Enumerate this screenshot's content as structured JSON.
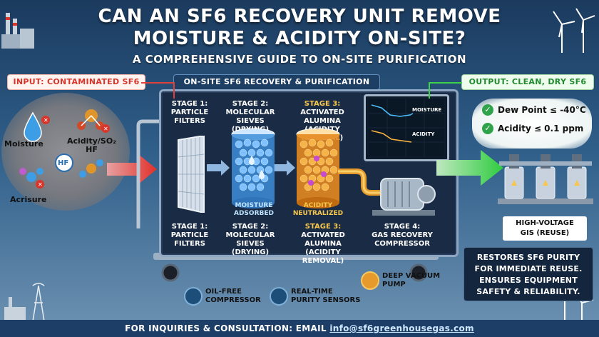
{
  "header": {
    "title_line1": "CAN AN SF6 RECOVERY UNIT REMOVE",
    "title_line2": "MOISTURE & ACIDITY ON-SITE?",
    "subtitle": "A COMPREHENSIVE GUIDE TO ON-SITE PURIFICATION"
  },
  "labels": {
    "input": "INPUT: CONTAMINATED SF6",
    "unit": "ON-SITE SF6 RECOVERY & PURIFICATION UNIT",
    "output": "OUTPUT: CLEAN, DRY SF6"
  },
  "contaminants": {
    "moisture": "Moisture",
    "acid_line1": "Acidity/SO₂",
    "acid_line2": "HF",
    "hf_bubble": "HF",
    "acrisure": "Acrisure"
  },
  "stages_top": [
    {
      "head": "STAGE 1:",
      "line1": "PARTICLE",
      "line2": "FILTERS"
    },
    {
      "head": "STAGE 2:",
      "line1": "MOLECULAR",
      "line2": "SIEVES (DRYING)"
    },
    {
      "head": "STAGE 3:",
      "line1": "ACTIVATED ALUMINA",
      "line2": "(ACIDITY REMOVAL)"
    }
  ],
  "stages_bottom": [
    {
      "head": "STAGE 1:",
      "line1": "PARTICLE",
      "line2": "FILTERS"
    },
    {
      "head": "STAGE 2:",
      "line1": "MOLECULAR",
      "line2": "SIEVES (DRYING)"
    },
    {
      "head": "STAGE 3:",
      "line1": "ACTIVATED ALUMINA",
      "line2": "(ACIDITY REMOVAL)"
    },
    {
      "head": "STAGE 4:",
      "line1": "GAS RECOVERY",
      "line2": "COMPRESSOR"
    }
  ],
  "captions": {
    "moisture_l1": "MOISTURE",
    "moisture_l2": "ADSORBED",
    "acidity_l1": "ACIDITY",
    "acidity_l2": "NEUTRALIZED"
  },
  "monitor": {
    "moisture": "MOISTURE",
    "acidity": "ACIDITY"
  },
  "output": {
    "check1": "Dew Point ≤ -40°C",
    "check2": "Acidity ≤ 0.1 ppm",
    "gis_line1": "HIGH-VOLTAGE",
    "gis_line2": "GIS (REUSE)"
  },
  "restore": {
    "line1": "RESTORES SF6 PURITY",
    "line2": "FOR IMMEDIATE REUSE.",
    "line3": "ENSURES EQUIPMENT",
    "line4": "SAFETY & RELIABILITY."
  },
  "features": [
    {
      "line1": "OIL-FREE",
      "line2": "COMPRESSOR",
      "icon": "drop-icon"
    },
    {
      "line1": "REAL-TIME",
      "line2": "PURITY SENSORS",
      "icon": "gauge-icon"
    },
    {
      "line1": "DEEP VACUUM",
      "line2": "PUMP",
      "icon": "pump-icon"
    }
  ],
  "footer": {
    "text": "FOR INQUIRIES & CONSULTATION: EMAIL ",
    "email": "info@sf6greenhousegas.com"
  },
  "colors": {
    "input_red": "#d8352b",
    "output_green": "#1f8a2e",
    "accent_yellow": "#f7c64a",
    "frame_dark": "#1a2c45"
  }
}
